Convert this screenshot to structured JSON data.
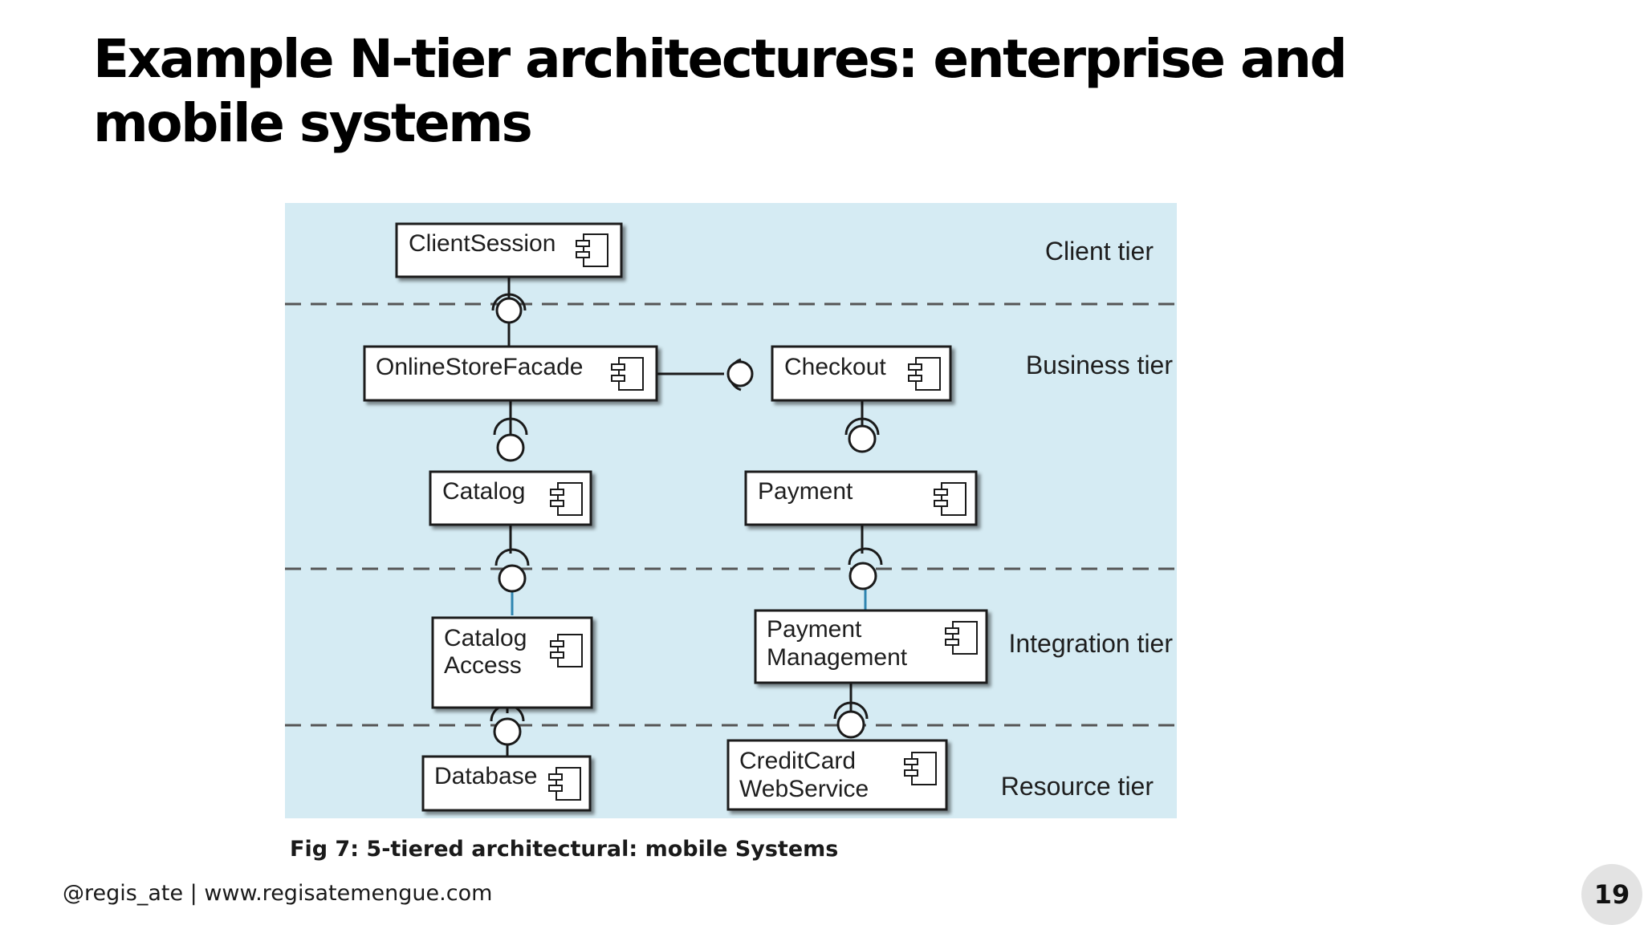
{
  "slide": {
    "title": "Example N-tier architectures: enterprise and mobile systems",
    "caption": "Fig 7: 5-tiered architectural: mobile Systems",
    "footer": "@regis_ate | www.regisatemengue.com",
    "page_number": "19"
  },
  "diagram": {
    "colors": {
      "background": "#d5ebf3",
      "box_fill": "#ffffff",
      "stroke": "#1a1a1a"
    },
    "tiers": {
      "client": "Client tier",
      "business": "Business tier",
      "integration": "Integration tier",
      "resource": "Resource tier"
    },
    "components": {
      "client_session": "ClientSession",
      "online_store_facade": "OnlineStoreFacade",
      "checkout": "Checkout",
      "catalog": "Catalog",
      "payment": "Payment",
      "catalog_access": [
        "Catalog",
        "Access"
      ],
      "payment_management": [
        "Payment",
        "Management"
      ],
      "database": "Database",
      "credit_card_web_service": [
        "CreditCard",
        "WebService"
      ]
    },
    "component_icon": "uml-component-icon"
  }
}
